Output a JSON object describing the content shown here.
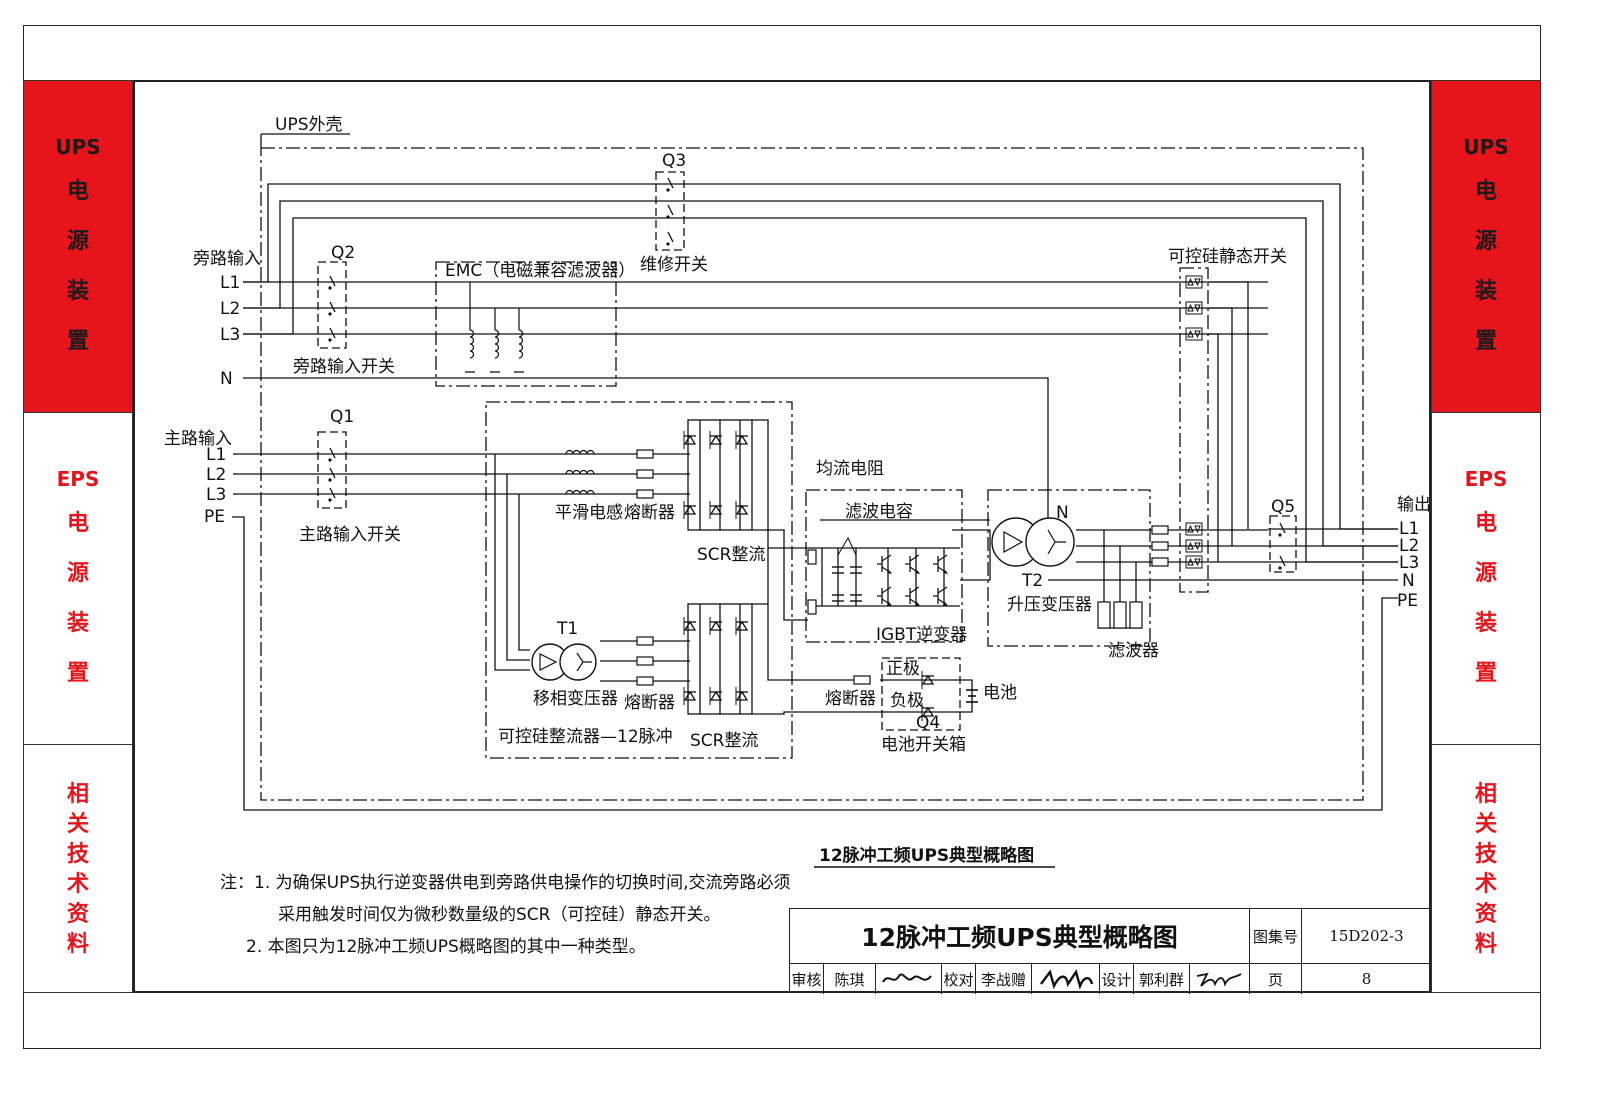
{
  "sidebar": {
    "sections": [
      {
        "chars": [
          "UPS",
          "电",
          "源",
          "装",
          "置"
        ]
      },
      {
        "chars": [
          "EPS",
          "电",
          "源",
          "装",
          "置"
        ]
      },
      {
        "chars": [
          "相",
          "关",
          "技",
          "术",
          "资",
          "料"
        ]
      }
    ]
  },
  "diagram": {
    "enclosure_label": "UPS外壳",
    "bypass_input": "旁路输入",
    "main_input": "主路输入",
    "phases": [
      "L1",
      "L2",
      "L3",
      "N",
      "PE"
    ],
    "q1": "Q1",
    "q2": "Q2",
    "q3": "Q3",
    "q4": "Q4",
    "q5": "Q5",
    "q2_label": "旁路输入开关",
    "q1_label": "主路输入开关",
    "q3_label": "维修开关",
    "emc_label": "EMC（电磁兼容滤波器）",
    "static_switch_label": "可控硅静态开关",
    "smoothing_inductor": "平滑电感",
    "fuse": "熔断器",
    "scr_rectifier": "SCR整流",
    "t1": "T1",
    "phase_shift_transformer": "移相变压器",
    "rectifier_12pulse": "可控硅整流器—12脉冲",
    "current_sharing_resistor": "均流电阻",
    "filter_capacitor": "滤波电容",
    "igbt_inverter": "IGBT逆变器",
    "t2": "T2",
    "n_mark": "N",
    "step_up_transformer": "升压变压器",
    "filter": "滤波器",
    "positive": "正极",
    "negative": "负极",
    "battery": "电池",
    "battery_switch_box": "电池开关箱",
    "output": "输出",
    "caption": "12脉冲工频UPS典型概略图"
  },
  "notes": [
    "注：1. 为确保UPS执行逆变器供电到旁路供电操作的切换时间,交流旁路必须",
    "采用触发时间仅为微秒数量级的SCR（可控硅）静态开关。",
    "2. 本图只为12脉冲工频UPS概略图的其中一种类型。"
  ],
  "title_block": {
    "title": "12脉冲工频UPS典型概略图",
    "atlas_no_label": "图集号",
    "atlas_no": "15D202-3",
    "review_label": "审核",
    "reviewer": "陈琪",
    "check_label": "校对",
    "checker": "李战赠",
    "design_label": "设计",
    "designer": "郭利群",
    "page_label": "页",
    "page": "8"
  },
  "colors": {
    "accent": "#e8141c",
    "line": "#111111"
  }
}
